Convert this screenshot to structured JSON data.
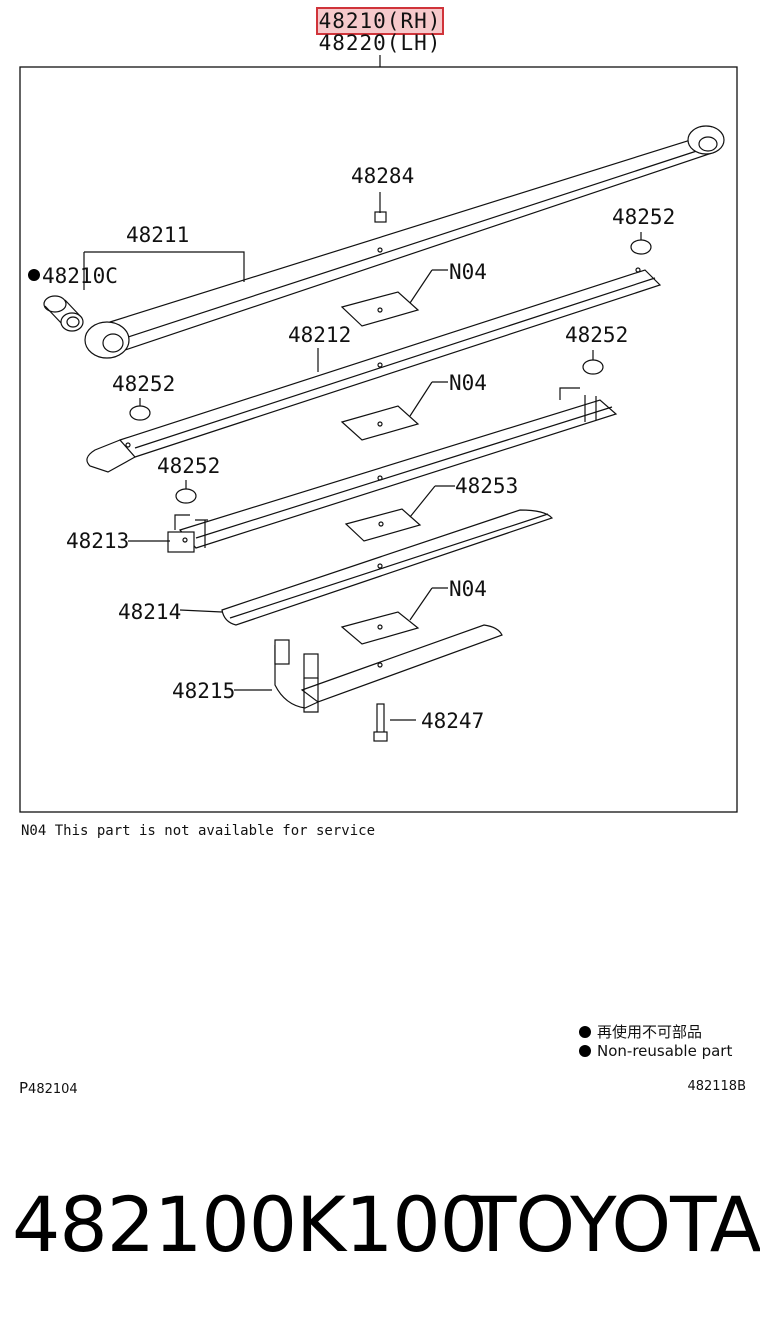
{
  "header": {
    "selected_part": "48210(RH)",
    "alt_part": "48220(LH)"
  },
  "callouts": {
    "c48284": "48284",
    "c48211": "48211",
    "c48210c": "48210C",
    "c48252_top": "48252",
    "c_n04_1": "N04",
    "c48212": "48212",
    "c48252_mid": "48252",
    "c48252_left": "48252",
    "c_n04_2": "N04",
    "c48252_low": "48252",
    "c48253": "48253",
    "c48213": "48213",
    "c48214": "48214",
    "c_n04_3": "N04",
    "c48215": "48215",
    "c48247": "48247"
  },
  "note": "N04 This part is not available for service",
  "legend": {
    "jp": "再使用不可部品",
    "en": "Non-reusable part"
  },
  "page_codes": {
    "left_prefix": "P",
    "left": "482104",
    "right": "482118B"
  },
  "footer": {
    "part_number": "482100K100",
    "brand": "TOYOTA"
  },
  "colors": {
    "highlight_border": "#d0343a",
    "highlight_fill": "#f6c9cb",
    "line": "#111111"
  }
}
